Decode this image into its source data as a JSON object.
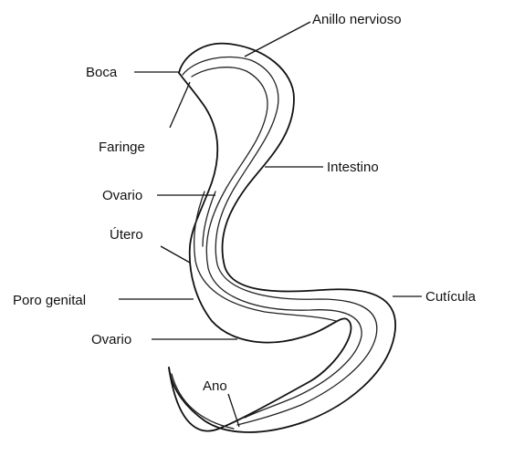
{
  "labels": {
    "anillo_nervioso": "Anillo nervioso",
    "boca": "Boca",
    "faringe": "Faringe",
    "intestino": "Intestino",
    "ovario_top": "Ovario",
    "utero": "Útero",
    "poro_genital": "Poro genital",
    "cuticula": "Cutícula",
    "ovario_bottom": "Ovario",
    "ano": "Ano"
  }
}
